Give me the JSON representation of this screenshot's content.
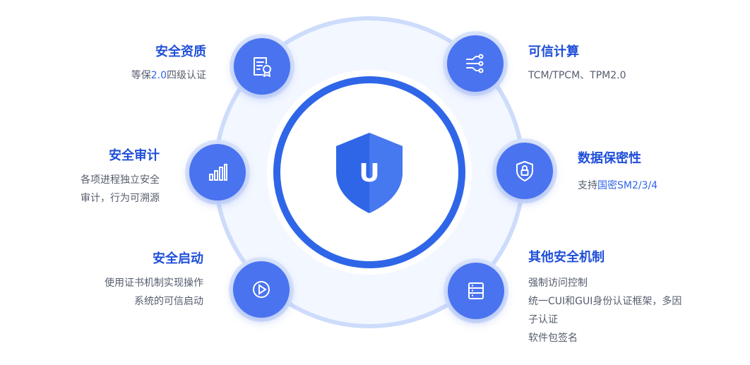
{
  "features": {
    "qualification": {
      "title": "安全资质",
      "desc_pre": "等保",
      "desc_hl": "2.0",
      "desc_post": "四级认证",
      "icon": "certificate-icon"
    },
    "audit": {
      "title": "安全审计",
      "desc_lines": [
        "各项进程独立安全",
        "审计，行为可溯源"
      ],
      "icon": "bar-chart-icon"
    },
    "boot": {
      "title": "安全启动",
      "desc_lines": [
        "使用证书机制实现操作",
        "系统的可信启动"
      ],
      "icon": "play-icon"
    },
    "trusted": {
      "title": "可信计算",
      "desc": "TCM/TPCM、TPM2.0",
      "icon": "circuit-icon"
    },
    "confidential": {
      "title": "数据保密性",
      "desc_pre": "支持",
      "desc_hl": "国密SM2/3/4",
      "icon": "shield-lock-icon"
    },
    "other": {
      "title": "其他安全机制",
      "desc_lines": [
        "强制访问控制",
        "统一CUI和GUI身份认证框架，多因",
        "子认证",
        "软件包签名"
      ],
      "icon": "list-icon"
    }
  },
  "center": {
    "letter": "U",
    "icon": "shield-icon"
  },
  "colors": {
    "accent": "#4a73f0",
    "title": "#1f4fd9",
    "ring": "#cddcfb",
    "core_ring": "#2f66e8"
  }
}
